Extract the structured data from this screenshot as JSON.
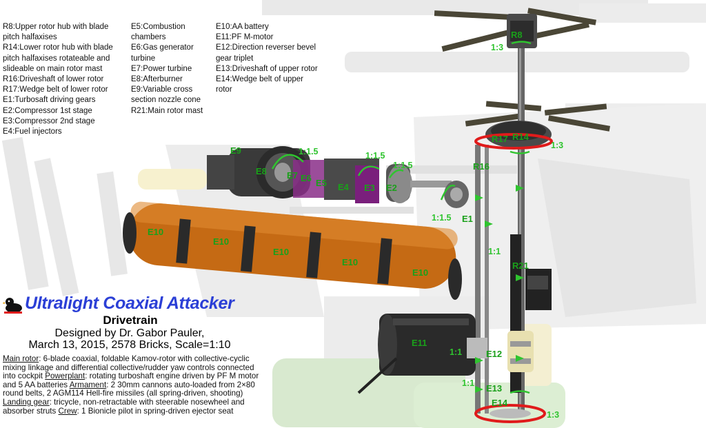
{
  "legend_col1": [
    "R8:Upper rotor hub with blade",
    "pitch halfaxises",
    "R14:Lower rotor hub with blade",
    "pitch halfaxises rotateable and",
    "slideable on main rotor mast",
    "R16:Driveshaft of lower rotor",
    "R17:Wedge belt of lower rotor",
    "E1:Turbosaft driving gears",
    "E2:Compressor 1st stage",
    "E3:Compressor 2nd stage",
    "E4:Fuel injectors"
  ],
  "legend_col2": [
    "E5:Combustion",
    "chambers",
    "E6:Gas generator",
    "turbine",
    "E7:Power turbine",
    "E8:Afterburner",
    "E9:Variable cross",
    "section nozzle cone",
    "R21:Main rotor mast"
  ],
  "legend_col3": [
    "E10:AA battery",
    "E11:PF M-motor",
    "E12:Direction reverser bevel",
    "gear triplet",
    "E13:Driveshaft of upper rotor",
    "E14:Wedge belt of upper",
    "rotor"
  ],
  "labels": {
    "R8": "R8",
    "R14": "R14",
    "R17": "R17",
    "R16": "R16",
    "R21": "R21",
    "E1": "E1",
    "E2": "E2",
    "E3": "E3",
    "E4": "E4",
    "E5": "E5",
    "E6": "E6",
    "E7": "E7",
    "E8": "E8",
    "E9": "E9",
    "E10": "E10",
    "E11": "E11",
    "E12": "E12",
    "E13": "E13",
    "E14": "E14"
  },
  "ratios": {
    "r1": "1:3",
    "r2": "1:3",
    "r3": "1:1.5",
    "r4": "1:1.5",
    "r5": "1:1.5",
    "r6": "1:1.5",
    "r7": "1:1",
    "r8": "1:1",
    "r9": "1:1",
    "r10": "1:3"
  },
  "title": "Ultralight Coaxial Attacker",
  "subtitle": "Drivetrain",
  "credit_line1": "Designed by Dr. Gabor Pauler,",
  "credit_line2": "March 13, 2015, 2578 Bricks, Scale=1:10",
  "description": {
    "main_rotor_label": "Main rotor",
    "main_rotor_text": ": 6-blade coaxial, foldable Kamov-rotor with collective-cyclic mixing linkage and differential collective/rudder yaw controls connected into cockpit ",
    "powerplant_label": "Powerplant",
    "powerplant_text": ": rotating turboshaft engine driven by PF M motor and 5 AA batteries ",
    "armament_label": "Armament",
    "armament_text": ": 2 30mm cannons auto-loaded from 2×80 round belts, 2 AGM114 Hell-fire missiles (all spring-driven, shooting) ",
    "landing_label": "Landing gear",
    "landing_text": ": tricycle, non-retractable with steerable nosewheel and absorber struts ",
    "crew_label": "Crew",
    "crew_text": ": 1 Bionicle pilot in spring-driven ejector seat"
  },
  "colors": {
    "component_label": "#1aa01a",
    "ratio_label": "#2fc42f",
    "title": "#2b3fd6",
    "belt": "#e01b1b",
    "battery": "#c56a14"
  }
}
